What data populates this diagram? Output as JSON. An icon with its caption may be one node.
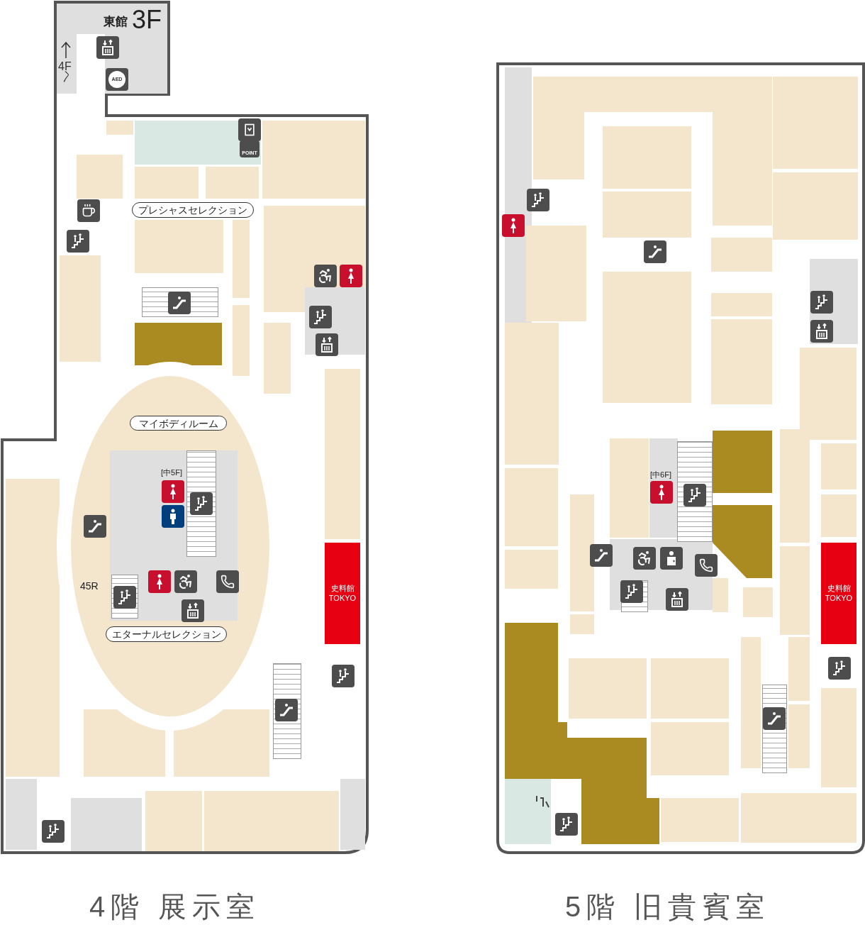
{
  "diagram": {
    "nodes": [
      {
        "text": [
          "プレシャスセレクション"
        ]
      },
      {
        "text": [
          "マイボディルーム"
        ]
      },
      {
        "text": [
          "エターナルセレクション"
        ]
      },
      {
        "text": [
          "史料館 TOKYO"
        ]
      },
      {
        "text": [
          "史料館 TOKYO"
        ]
      }
    ],
    "labels": [
      "東館",
      "3F",
      "4F",
      "へ",
      "AED",
      "POINT",
      "[中5F]",
      "45R",
      "4階 展示室",
      "[中6F]",
      "5階 旧貴賓室"
    ]
  }
}
